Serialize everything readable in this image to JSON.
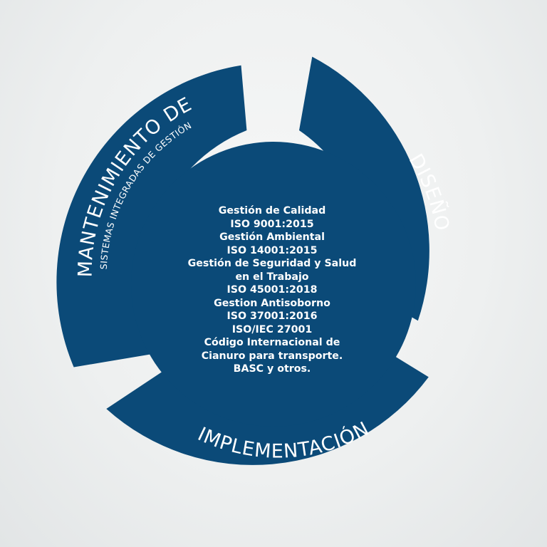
{
  "colors": {
    "primary": "#0b4a78",
    "text": "#ffffff",
    "background": "#eceeee"
  },
  "segments": {
    "diseno": {
      "label": "DISEÑO"
    },
    "implementacion": {
      "label": "IMPLEMENTACIÓN"
    },
    "mantenimiento": {
      "label": "MANTENIMIENTO DE",
      "sublabel": "SISTEMAS INTEGRADAS DE GESTIÓN"
    }
  },
  "center": {
    "lines": [
      "Gestión de Calidad",
      "ISO 9001:2015",
      "Gestión Ambiental",
      "ISO 14001:2015",
      "Gestión de Seguridad y Salud",
      "en el Trabajo",
      "ISO 45001:2018",
      "Gestion Antisoborno",
      "ISO 37001:2016",
      "ISO/IEC 27001",
      "Código Internacional de",
      "Cianuro para transporte.",
      "BASC y otros."
    ]
  }
}
